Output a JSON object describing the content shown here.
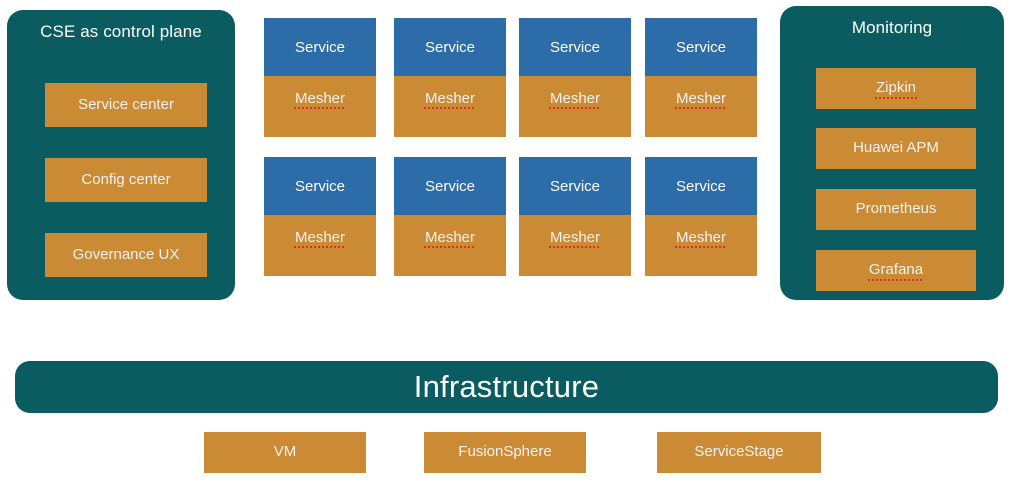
{
  "diagram": {
    "title": "CSE / Mesher service mesh architecture",
    "colors": {
      "panel_teal": "#0a5c60",
      "chip_orange": "#cb8a34",
      "service_blue": "#2c6ca8",
      "text_white": "#ffffff",
      "spellcheck_red": "#e03020",
      "background": "#ffffff"
    }
  },
  "control_plane": {
    "title": "CSE as control plane",
    "items": [
      {
        "label": "Service center",
        "misspelled": false
      },
      {
        "label": "Config center",
        "misspelled": false
      },
      {
        "label": "Governance UX",
        "misspelled": false
      }
    ]
  },
  "service_grid": {
    "rows": 2,
    "columns": 4,
    "service_label": "Service",
    "mesher_label": "Mesher",
    "mesher_misspelled": true,
    "cells": [
      [
        {
          "service": "Service",
          "mesher": "Mesher"
        },
        {
          "service": "Service",
          "mesher": "Mesher"
        },
        {
          "service": "Service",
          "mesher": "Mesher"
        },
        {
          "service": "Service",
          "mesher": "Mesher"
        }
      ],
      [
        {
          "service": "Service",
          "mesher": "Mesher"
        },
        {
          "service": "Service",
          "mesher": "Mesher"
        },
        {
          "service": "Service",
          "mesher": "Mesher"
        },
        {
          "service": "Service",
          "mesher": "Mesher"
        }
      ]
    ]
  },
  "monitoring": {
    "title": "Monitoring",
    "items": [
      {
        "label": "Zipkin",
        "misspelled": true
      },
      {
        "label": "Huawei  APM",
        "misspelled": false
      },
      {
        "label": "Prometheus",
        "misspelled": false
      },
      {
        "label": "Grafana",
        "misspelled": true
      }
    ]
  },
  "infrastructure": {
    "title": "Infrastructure",
    "items": [
      {
        "label": "VM"
      },
      {
        "label": "FusionSphere"
      },
      {
        "label": "ServiceStage"
      }
    ]
  }
}
